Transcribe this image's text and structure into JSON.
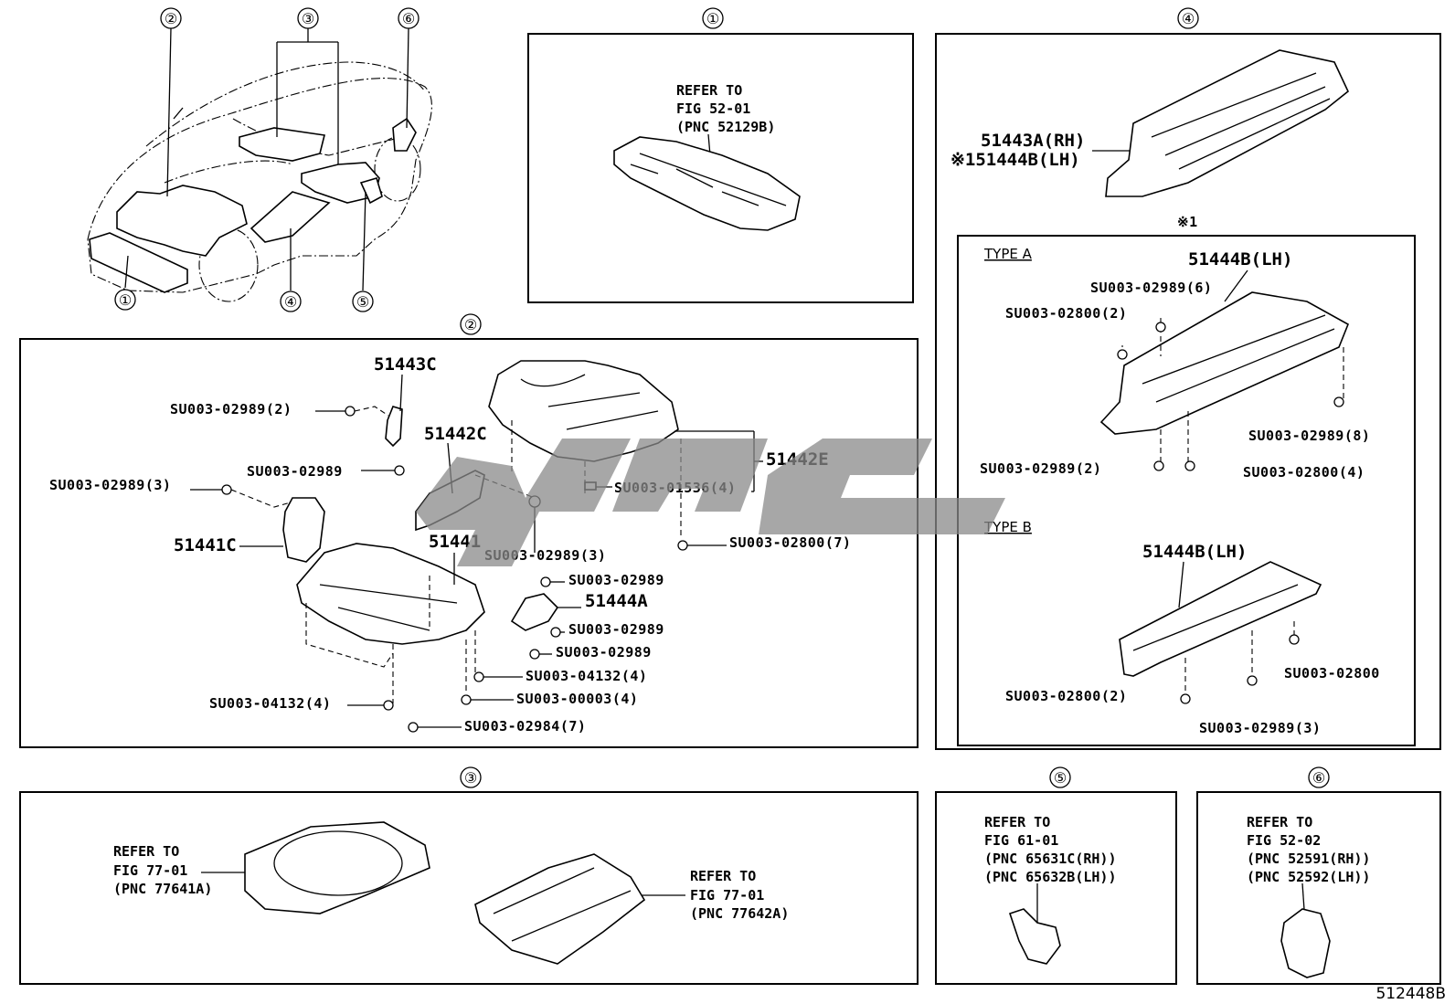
{
  "circled_numbers": {
    "n1": "①",
    "n2": "②",
    "n3": "③",
    "n4": "④",
    "n5": "⑤",
    "n6": "⑥"
  },
  "overview": {
    "labels": [
      "②",
      "③",
      "⑥",
      "①",
      "④",
      "⑤"
    ]
  },
  "box1": {
    "title": "①",
    "refer": [
      "REFER TO",
      "FIG 52-01",
      "(PNC 52129B)"
    ]
  },
  "box2": {
    "title": "②",
    "parts": {
      "p51443C": "51443C",
      "p51442C": "51442C",
      "p51442E": "51442E",
      "p51441C": "51441C",
      "p51441": "51441",
      "p51444A": "51444A"
    },
    "fasteners": [
      "SU003-02989(2)",
      "SU003-02989",
      "SU003-02989(3)",
      "SU003-01536(4)",
      "SU003-02800(7)",
      "SU003-02989(3)",
      "SU003-02989",
      "SU003-02989",
      "SU003-02989",
      "SU003-04132(4)",
      "SU003-00003(4)",
      "SU003-04132(4)",
      "SU003-02984(7)"
    ]
  },
  "box3": {
    "title": "③",
    "refer_a": [
      "REFER TO",
      "FIG 77-01",
      "(PNC 77641A)"
    ],
    "refer_b": [
      "REFER TO",
      "FIG 77-01",
      "(PNC 77642A)"
    ]
  },
  "box4": {
    "title": "④",
    "part_rh": "51443A(RH)",
    "part_lh": "※151444B(LH)",
    "note": "※1",
    "type_a": {
      "label": "TYPE A",
      "part": "51444B(LH)",
      "fasteners": [
        "SU003-02989(6)",
        "SU003-02800(2)",
        "SU003-02989(8)",
        "SU003-02989(2)",
        "SU003-02800(4)"
      ]
    },
    "type_b": {
      "label": "TYPE B",
      "part": "51444B(LH)",
      "fasteners": [
        "SU003-02800",
        "SU003-02800(2)",
        "SU003-02989(3)"
      ]
    }
  },
  "box5": {
    "title": "⑤",
    "refer": [
      "REFER TO",
      "FIG 61-01",
      "(PNC 65631C(RH))",
      "(PNC 65632B(LH))"
    ]
  },
  "box6": {
    "title": "⑥",
    "refer": [
      "REFER TO",
      "FIG 52-02",
      "(PNC 52591(RH))",
      "(PNC 52592(LH))"
    ]
  },
  "figure_code": "512448B"
}
